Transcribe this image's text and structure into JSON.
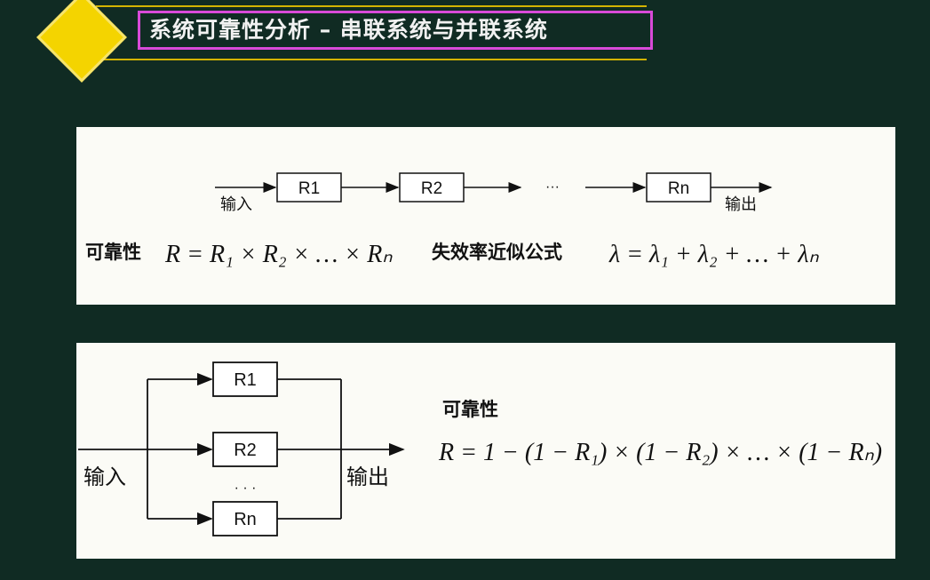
{
  "title": "系统可靠性分析 – 串联系统与并联系统",
  "series": {
    "input_label": "输入",
    "output_label": "输出",
    "blocks": [
      "R1",
      "R2",
      "Rn"
    ],
    "ellipsis": "···",
    "reliability_label": "可靠性",
    "failure_label": "失效率近似公式",
    "reliability_formula": "R = R₁ × R₂ × … × Rₙ",
    "failure_formula": "λ = λ₁ + λ₂ + … + λₙ"
  },
  "parallel": {
    "input_label": "输入",
    "output_label": "输出",
    "blocks": [
      "R1",
      "R2",
      "Rn"
    ],
    "ellipsis": "· · ·",
    "reliability_label": "可靠性",
    "reliability_formula": "R = 1 − (1 − R₁) × (1 − R₂) × … × (1 − Rₙ)"
  },
  "colors": {
    "background": "#102b23",
    "title_accent": "#f4d400",
    "title_frame": "#d84ad8",
    "panel": "#fbfbf6"
  }
}
